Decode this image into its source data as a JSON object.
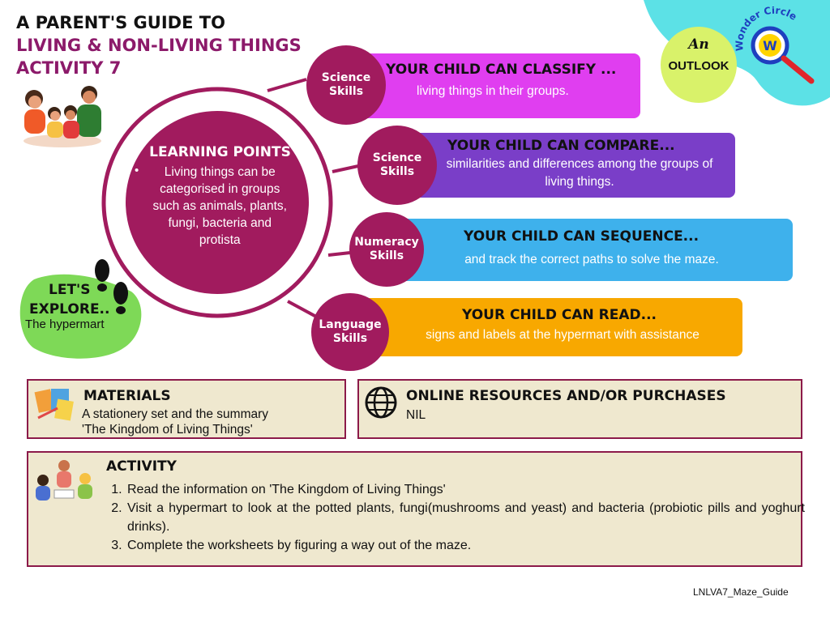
{
  "title": {
    "line1": "A PARENT'S GUIDE TO",
    "line2": "LIVING & NON-LIVING THINGS",
    "line3": "ACTIVITY 7"
  },
  "logo": {
    "text": "Wonder Circle",
    "letter": "W"
  },
  "outlook": {
    "an": "An",
    "label": "OUTLOOK"
  },
  "learning_points": {
    "heading": "LEARNING POINTS",
    "bullet": "Living things can be categorised in groups such as animals, plants, fungi, bacteria and protista"
  },
  "explore": {
    "heading_line1": "LET'S",
    "heading_line2": "EXPLORE..",
    "place": "The hypermart"
  },
  "skills": [
    {
      "badge_line1": "Science",
      "badge_line2": "Skills",
      "heading": "YOUR CHILD CAN CLASSIFY ...",
      "desc": "living things in their groups.",
      "color": "#e03ef0"
    },
    {
      "badge_line1": "Science",
      "badge_line2": "Skills",
      "heading": "YOUR CHILD CAN COMPARE...",
      "desc": "similarities and differences among the groups of living things.",
      "color": "#7a3ec8"
    },
    {
      "badge_line1": "Numeracy",
      "badge_line2": "Skills",
      "heading": "YOUR CHILD CAN SEQUENCE...",
      "desc": "and track the correct paths to solve the maze.",
      "color": "#3eb1ec"
    },
    {
      "badge_line1": "Language",
      "badge_line2": "Skills",
      "heading": "YOUR CHILD CAN READ...",
      "desc": "signs and labels at the hypermart with assistance",
      "color": "#f8a800"
    }
  ],
  "materials": {
    "heading": "MATERIALS",
    "text_line1": "A stationery set and the summary",
    "text_line2": "'The Kingdom of Living Things'"
  },
  "online": {
    "heading": "ONLINE RESOURCES AND/OR PURCHASES",
    "text": "NIL"
  },
  "activity": {
    "heading": "ACTIVITY",
    "steps": [
      "Read the information on 'The Kingdom of Living Things'",
      "Visit a hypermart to look at the potted plants, fungi(mushrooms and yeast) and bacteria (probiotic pills and yoghurt drinks).",
      "Complete the worksheets by figuring a way out of the maze."
    ]
  },
  "footer": "LNLVA7_Maze_Guide",
  "colors": {
    "maroon": "#a11b5e",
    "box_bg": "#efe8cf",
    "lime": "#d9f26a",
    "green_blob": "#7ed957",
    "cyan": "#5ce1e6"
  }
}
